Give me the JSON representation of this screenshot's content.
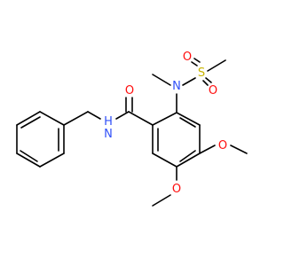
{
  "colors": {
    "carbon": "#000000",
    "oxygen": "#ff0d0d",
    "nitrogen": "#3050f8",
    "sulfur": "#c8b400"
  },
  "atoms": {
    "o_carbonyl": "O",
    "n_amide": "N",
    "h_amide": "H",
    "n_sulfonamide": "N",
    "s_sulfonyl": "S",
    "o_sulfonyl_left": "O",
    "o_sulfonyl_bottom": "O",
    "o_methoxy_4": "O",
    "o_methoxy_5": "O"
  }
}
